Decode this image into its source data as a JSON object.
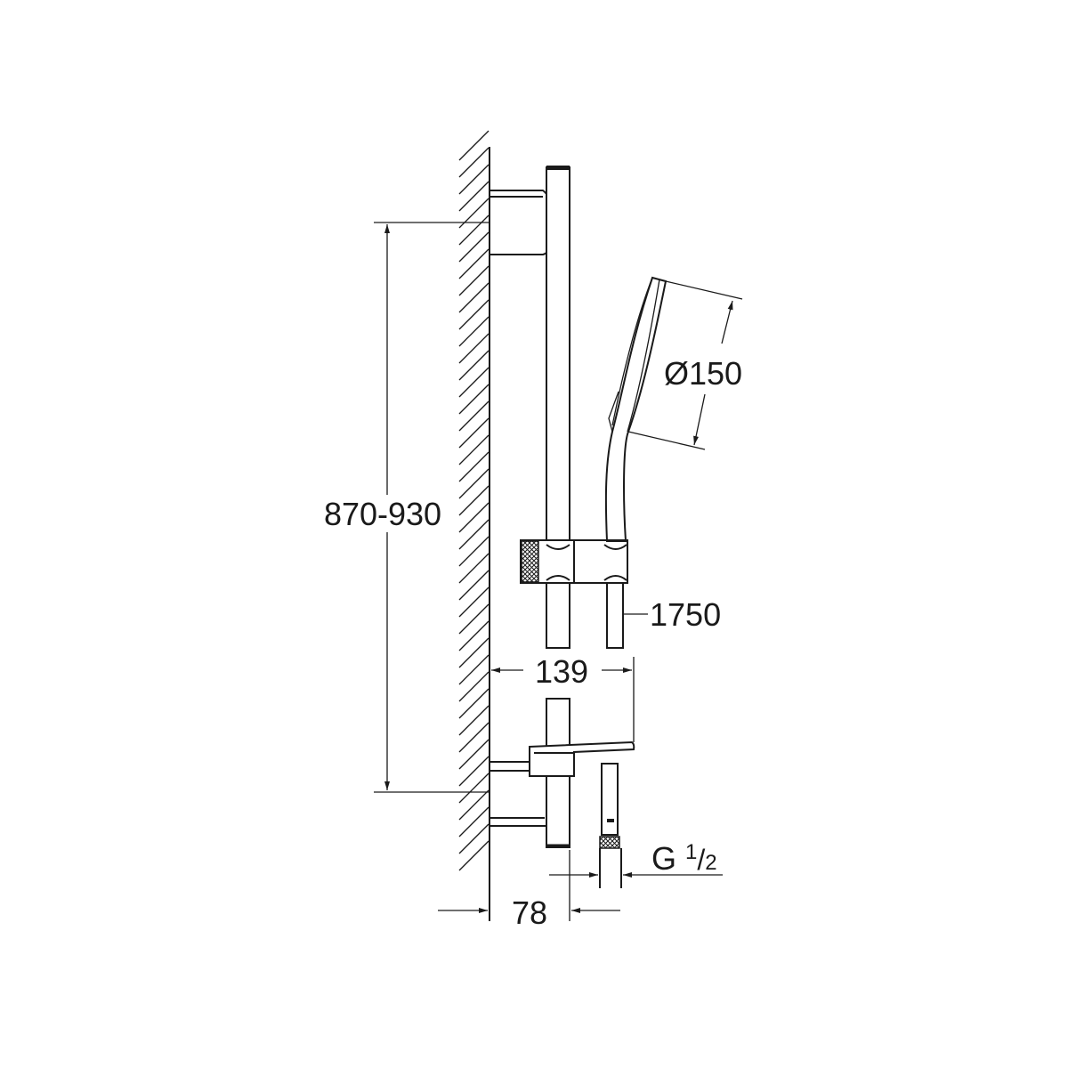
{
  "title": "Shower rail set dimension drawing",
  "dimensions": {
    "rail_height": "870-930",
    "head_diameter": "Ø150",
    "hose_length": "1750",
    "projection": "139",
    "wall_offset": "78",
    "connection_thread_main": "G",
    "connection_thread_num": "1",
    "connection_thread_den": "2"
  },
  "colors": {
    "line": "#1a1a1a",
    "background": "#ffffff"
  }
}
